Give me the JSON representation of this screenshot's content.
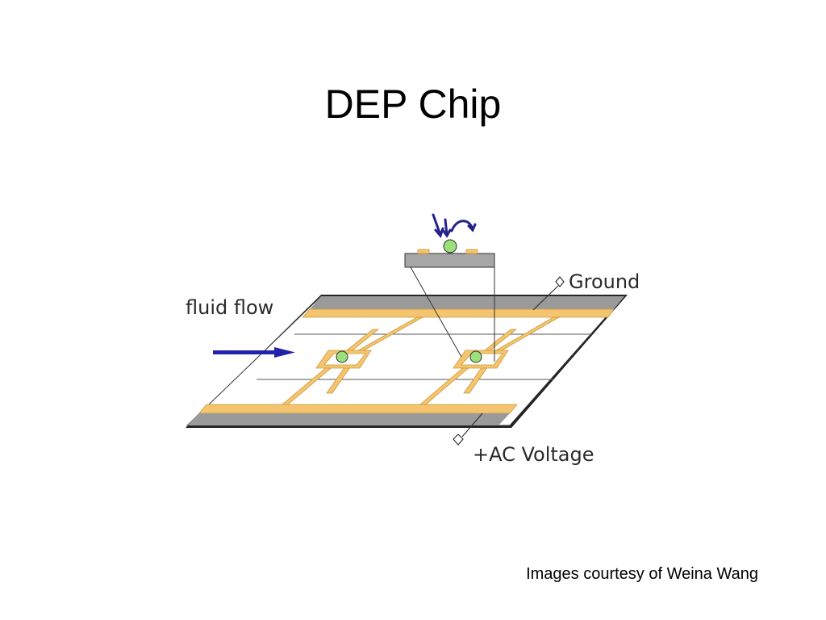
{
  "slide": {
    "title": "DEP Chip",
    "credit": "Images courtesy of Weina Wang"
  },
  "diagram": {
    "labels": {
      "fluid_flow": "fluid flow",
      "ground": "Ground",
      "ac_voltage": "+AC Voltage"
    },
    "colors": {
      "electrode": "#f5c46e",
      "electrode_edge": "#c99a3e",
      "ground_bar": "#999999",
      "chip_surface": "#ffffff",
      "chip_edge": "#333333",
      "particle": "#9be07a",
      "arrow": "#2222aa"
    }
  }
}
